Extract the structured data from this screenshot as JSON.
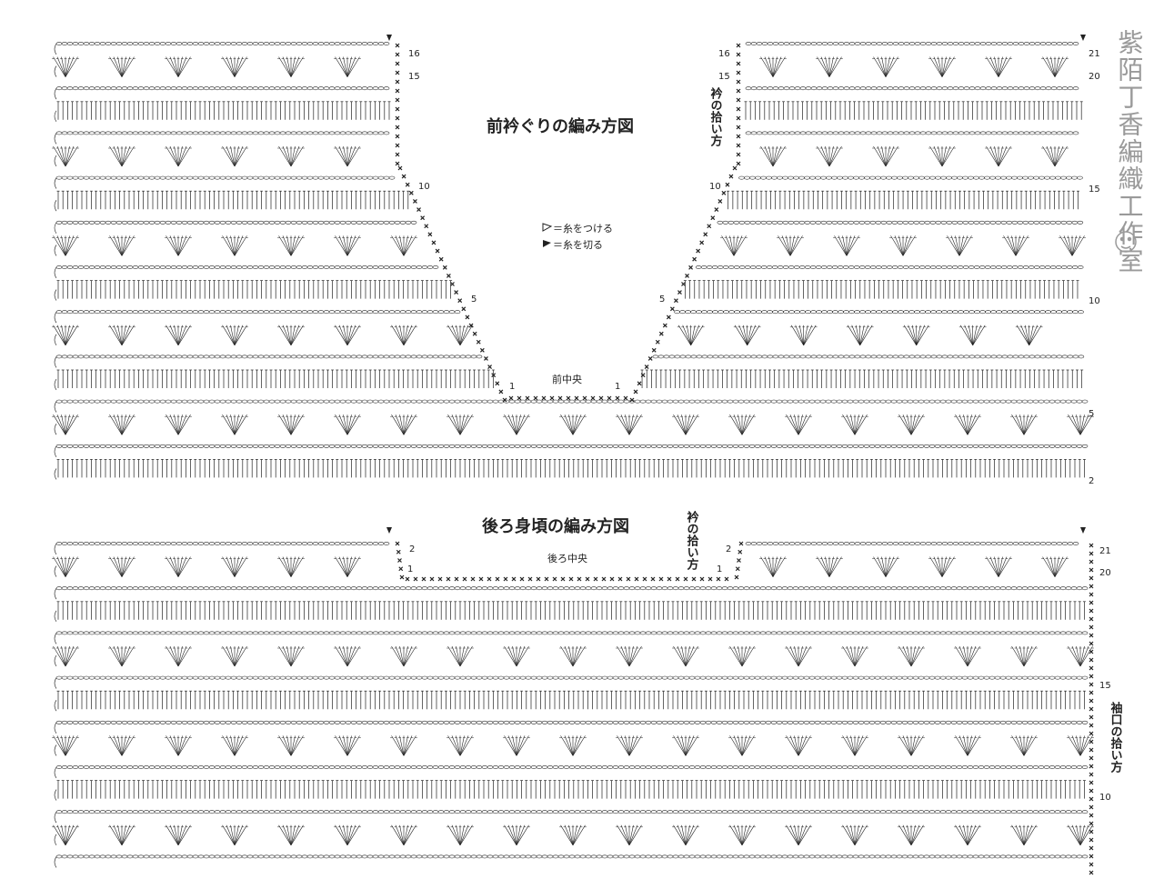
{
  "front": {
    "title": "前衿ぐりの編み方図",
    "legend_attach": "＝糸をつける",
    "legend_cut": "＝糸を切る",
    "center_label": "前中央",
    "pickup_label": "衿の拾い方",
    "left_rows": [
      "16",
      "15",
      "10",
      "5"
    ],
    "right_inner_rows": [
      "16",
      "15",
      "10",
      "5"
    ],
    "right_outer_rows": [
      "21",
      "20",
      "15",
      "10",
      "5",
      "2"
    ],
    "arrow_left": "1",
    "arrow_right": "1"
  },
  "back": {
    "title": "後ろ身頃の編み方図",
    "center_label": "後ろ中央",
    "pickup_label": "衿の拾い方",
    "left_marks": [
      "2",
      "1"
    ],
    "right_marks": [
      "2",
      "1"
    ],
    "right_outer_rows": [
      "21",
      "20",
      "15",
      "10"
    ],
    "sleeve_pickup_label": "袖口の拾い方"
  },
  "watermark": "紫陌丁香編織工作室",
  "colors": {
    "ink": "#222222",
    "watermark": "#9a9a9a"
  }
}
